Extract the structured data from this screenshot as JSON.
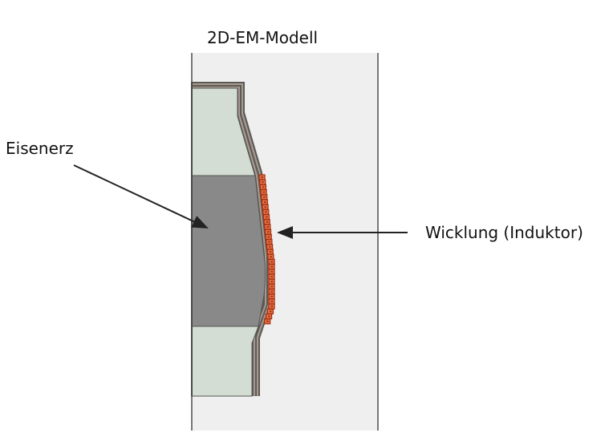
{
  "diagram": {
    "title": "2D-EM-Modell",
    "labels": {
      "ore": "Eisenerz",
      "coil": "Wicklung (Induktor)"
    },
    "colors": {
      "panel_bg": "#efefef",
      "panel_border": "#777777",
      "refractory": "#d3ddd3",
      "ore": "#898989",
      "shell_outer": "#5c5a56",
      "shell_inner": "#a89a90",
      "coil_fill": "#e8744a",
      "coil_border": "#a53010",
      "arrow": "#222222"
    }
  }
}
